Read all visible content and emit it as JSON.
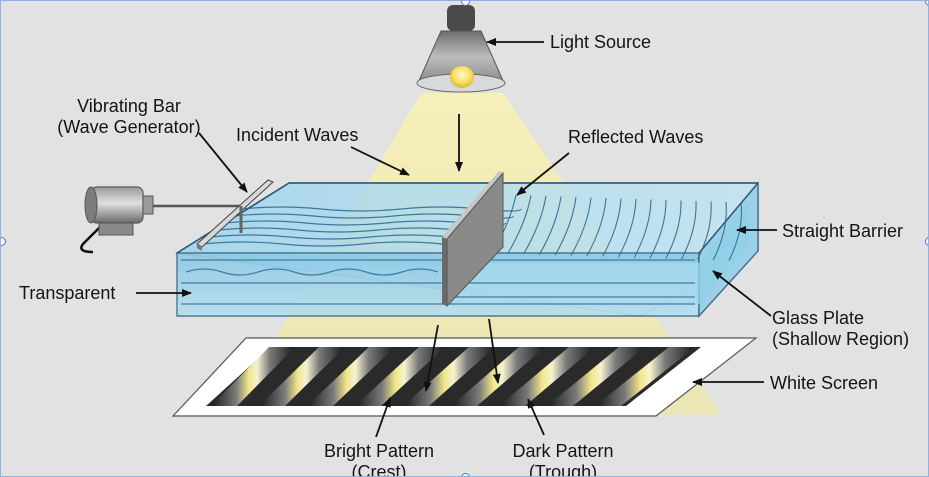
{
  "labels": {
    "light_source": "Light Source",
    "vibrating_bar_line1": "Vibrating Bar",
    "vibrating_bar_line2": "(Wave Generator)",
    "incident_waves": "Incident Waves",
    "reflected_waves": "Reflected Waves",
    "straight_barrier": "Straight Barrier",
    "transparent": "Transparent",
    "glass_plate_line1": "Glass Plate",
    "glass_plate_line2": "(Shallow Region)",
    "white_screen": "White Screen",
    "bright_pattern_line1": "Bright Pattern",
    "bright_pattern_line2": "(Crest)",
    "dark_pattern_line1": "Dark Pattern",
    "dark_pattern_line2": "(Trough)"
  },
  "colors": {
    "background": "#e2e2e2",
    "light_cone": "#f3eaa6",
    "water": "#8ecbe8",
    "tank_edge": "#3d6f8c",
    "selection_handle": "#3b78d8"
  }
}
